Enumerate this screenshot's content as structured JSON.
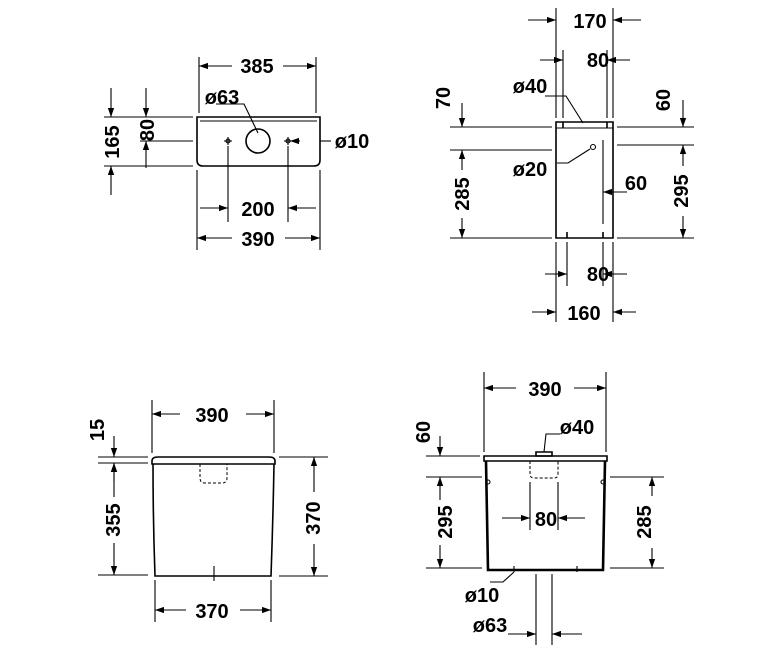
{
  "views": {
    "top_view": {
      "width_top": "385",
      "height_total": "165",
      "height_inner": "80",
      "diameter_center": "ø63",
      "diameter_small": "ø10",
      "hole_spacing": "200",
      "width_bottom": "390"
    },
    "side_view": {
      "width_top": "170",
      "width_inner_top": "80",
      "diameter_top": "ø40",
      "height_cap_left": "70",
      "height_cap_right": "60",
      "diameter_mid": "ø20",
      "offset_right": "60",
      "height_left": "285",
      "height_right": "295",
      "width_inner_bottom": "80",
      "width_bottom": "160"
    },
    "front_view": {
      "width_top": "390",
      "lid_height": "15",
      "height_left": "355",
      "height_right": "370",
      "width_bottom": "370"
    },
    "section_view": {
      "width_top": "390",
      "height_cap": "60",
      "diameter_top": "ø40",
      "height_left": "295",
      "width_inner": "80",
      "height_right": "285",
      "diameter_small": "ø10",
      "diameter_large": "ø63"
    }
  },
  "colors": {
    "ink": "#000000",
    "background": "#ffffff"
  }
}
